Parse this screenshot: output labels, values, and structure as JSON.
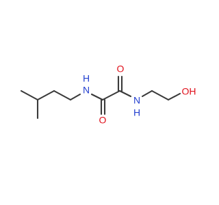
{
  "molecule": {
    "atoms": [
      {
        "label": "N",
        "color": "#2440cf"
      },
      {
        "label": "H",
        "color": "#2440cf"
      },
      {
        "label": "O",
        "color": "#e0101b"
      },
      {
        "label": "O",
        "color": "#e0101b"
      },
      {
        "label": "N",
        "color": "#2440cf"
      },
      {
        "label": "H",
        "color": "#2440cf"
      },
      {
        "label": "OH",
        "color": "#e0101b"
      }
    ],
    "bond_color": "#3a3a3a"
  }
}
